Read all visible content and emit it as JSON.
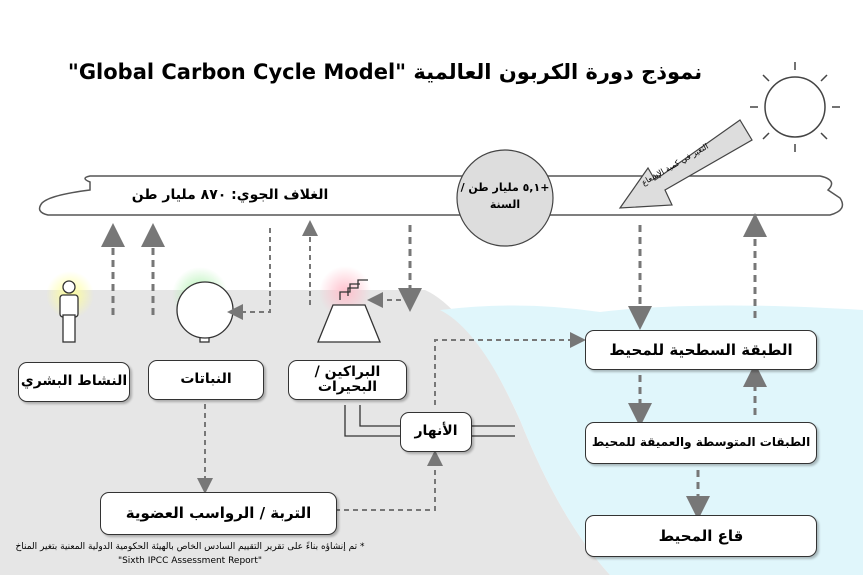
{
  "title": "نموذج دورة الكربون العالمية \"Global Carbon Cycle Model\"",
  "atmosphere": "الغلاف الجوي: ٨٧٠ مليار طن",
  "annual_increase": "+٥,١ مليار طن / السنة",
  "radiation_change": "التغير في كمية الإشعاع",
  "boxes": {
    "human": "النشاط البشري",
    "plants": "النباتات",
    "volcanoes": "البراكين / البحيرات",
    "rivers": "الأنهار",
    "surface_ocean": "الطبقة السطحية للمحيط",
    "deep_ocean": "الطبقات المتوسطة والعميقة للمحيط",
    "ocean_floor": "قاع المحيط",
    "soil": "التربة / الرواسب العضوية"
  },
  "footnote": "* تم إنشاؤه بناءً على تقرير التقييم السادس الخاص بالهيئة الحكومية الدولية المعنية بتغير المناخ \"Sixth IPCC Assessment Report\"",
  "colors": {
    "land": "#e6e6e6",
    "ocean": "#dff6fb",
    "arrow": "#777777"
  }
}
